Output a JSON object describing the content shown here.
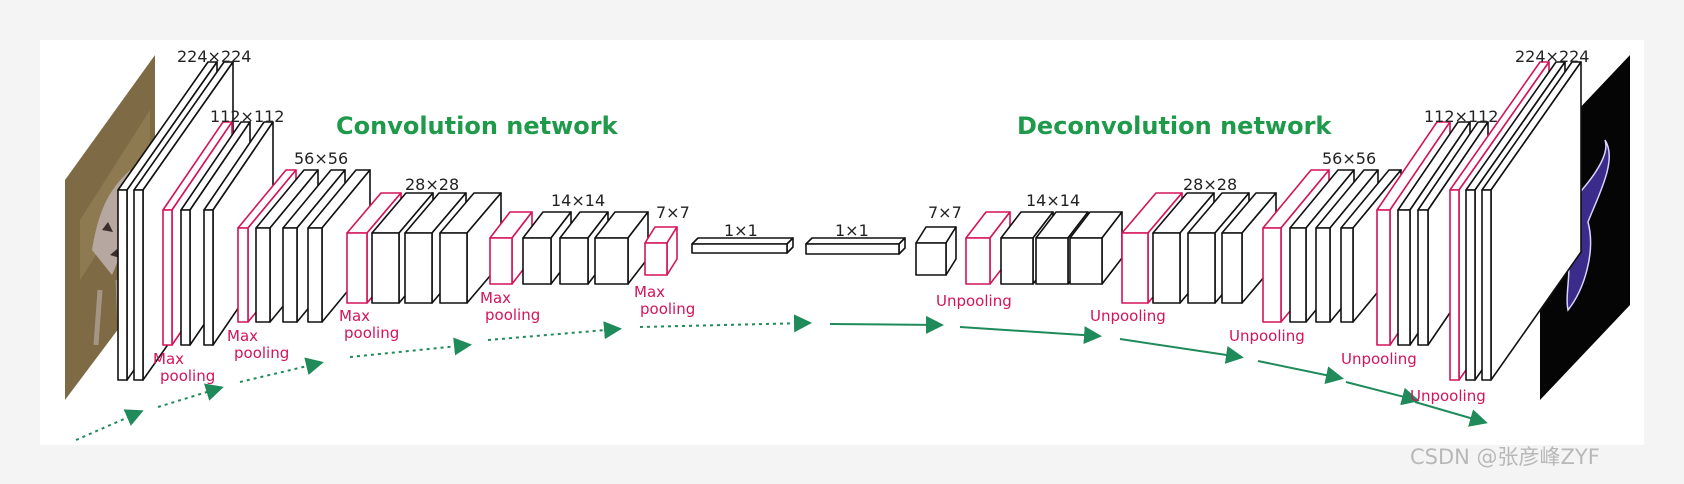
{
  "titles": {
    "encoder": "Convolution network",
    "decoder": "Deconvolution network"
  },
  "size_labels": {
    "enc_224": "224×224",
    "enc_112": "112×112",
    "enc_56": "56×56",
    "enc_28": "28×28",
    "enc_14": "14×14",
    "enc_7": "7×7",
    "fc1": "1×1",
    "fc2": "1×1",
    "dec_7": "7×7",
    "dec_14": "14×14",
    "dec_28": "28×28",
    "dec_56": "56×56",
    "dec_112": "112×112",
    "dec_224": "224×224"
  },
  "pool_labels": {
    "max_line1": "Max",
    "max_line2": "pooling",
    "unpool": "Unpooling"
  },
  "watermark": "CSDN @张彦峰ZYF",
  "colors": {
    "title_green": "#1f9a4a",
    "pool_red": "#d4145a",
    "arrow_green": "#1f8a5a",
    "block_stroke": "#111111",
    "panel_bg": "#ffffff",
    "page_bg": "#f4f4f4"
  }
}
